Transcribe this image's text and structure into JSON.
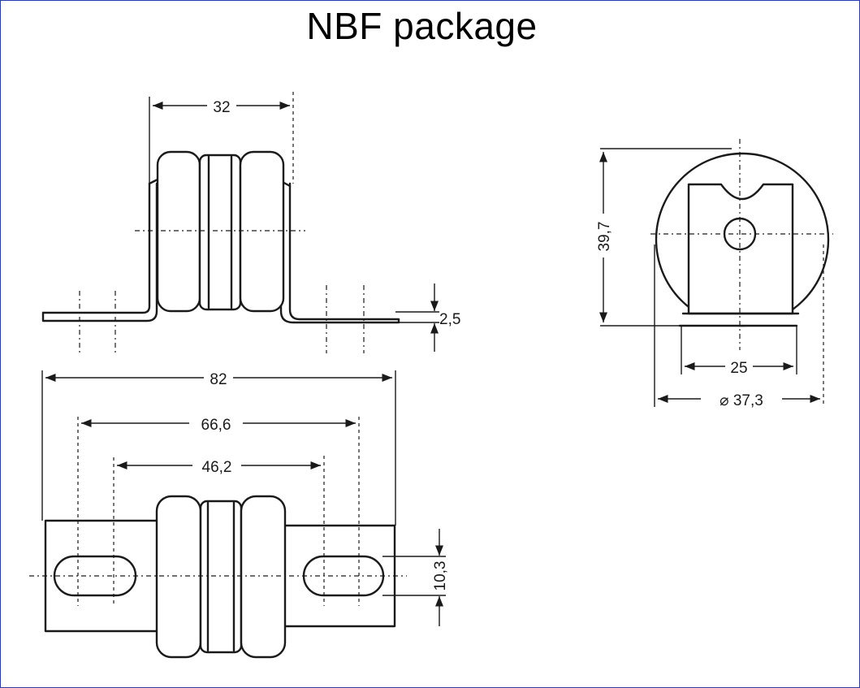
{
  "title": "NBF package",
  "dimensions": {
    "top_width": "32",
    "tab_thickness": "2,5",
    "total_length": "82",
    "slot_pitch": "66,6",
    "inner_pitch": "46,2",
    "slot_width": "10,3",
    "height": "39,7",
    "flat_width": "25",
    "diameter": "⌀ 37,3"
  }
}
